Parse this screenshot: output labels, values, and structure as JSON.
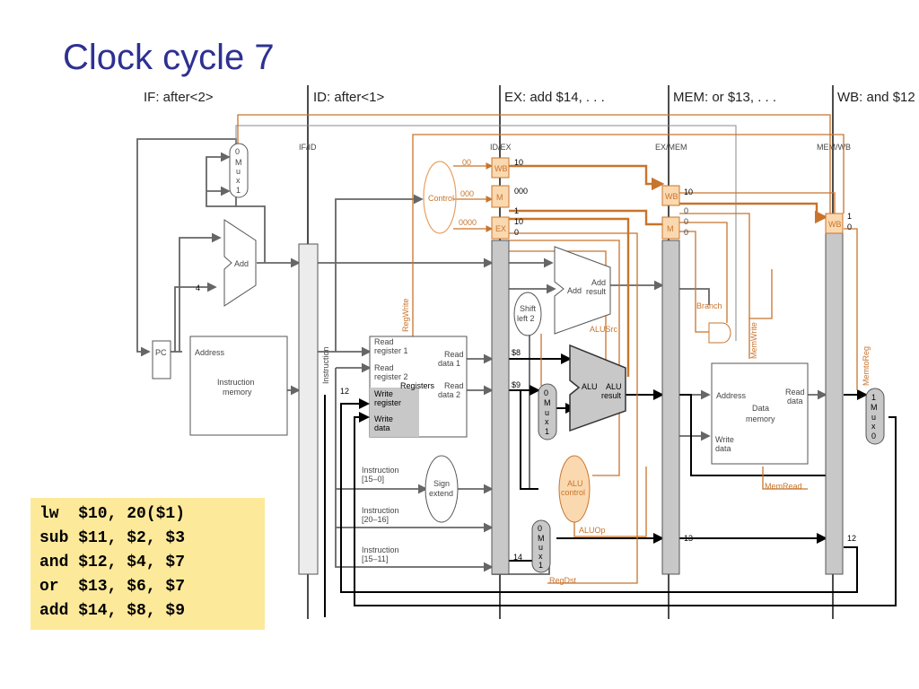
{
  "title": "Clock cycle 7",
  "stages": {
    "if": "IF: after<2>",
    "id": "ID: after<1>",
    "ex": "EX: add $14, . . .",
    "mem": "MEM: or $13, . . .",
    "wb": "WB: and $12"
  },
  "pipeline_registers": {
    "if_id": "IF/ID",
    "id_ex": "ID/EX",
    "ex_mem": "EX/MEM",
    "mem_wb": "MEM/WB"
  },
  "blocks": {
    "pc": "PC",
    "mux": [
      "M",
      "u",
      "x"
    ],
    "add": "Add",
    "add_result": [
      "Add",
      "result"
    ],
    "imem_address": "Address",
    "imem_title": [
      "Instruction",
      "memory"
    ],
    "instruction": "Instruction",
    "control": "Control",
    "registers": "Registers",
    "read_reg1": [
      "Read",
      "register 1"
    ],
    "read_reg2": [
      "Read",
      "register 2"
    ],
    "write_reg": [
      "Write",
      "register"
    ],
    "write_data": [
      "Write",
      "data"
    ],
    "read_data1": [
      "Read",
      "data 1"
    ],
    "read_data2": [
      "Read",
      "data 2"
    ],
    "shift": [
      "Shift",
      "left 2"
    ],
    "alu": "ALU",
    "alu_result": [
      "ALU",
      "result"
    ],
    "alu_control": [
      "ALU",
      "control"
    ],
    "sign_extend": [
      "Sign",
      "extend"
    ],
    "dmem_address": "Address",
    "dmem_title": [
      "Data",
      "memory"
    ],
    "dmem_read": [
      "Read",
      "data"
    ],
    "dmem_write": [
      "Write",
      "data"
    ],
    "branch": "Branch",
    "instr_15_0": [
      "Instruction",
      "[15–0]"
    ],
    "instr_20_16": [
      "Instruction",
      "[20–16]"
    ],
    "instr_15_11": [
      "Instruction",
      "[15–11]"
    ]
  },
  "control_fields": {
    "wb": "WB",
    "m": "M",
    "ex": "EX"
  },
  "signals": {
    "regwrite": "RegWrite",
    "memwrite": "MemWrite",
    "memtoreg": "MemtoReg",
    "memread": "MemRead",
    "alusrc": "ALUSrc",
    "aluop": "ALUOp",
    "regdst": "RegDst",
    "four": "4"
  },
  "values": {
    "ctrl_wb": "00",
    "ctrl_m": "000",
    "ctrl_ex": "0000",
    "idex_wb": "10",
    "idex_m": "000",
    "idex_ex1": "1",
    "idex_ex2": "10",
    "idex_ex3": "0",
    "exmem_wb": "10",
    "exmem_m1": "0",
    "exmem_m2": "0",
    "exmem_m3": "0",
    "memwb_wb1": "1",
    "memwb_wb2": "0",
    "reg_s8": "$8",
    "reg_s9": "$9",
    "rd_12": "12",
    "rd_14": "14",
    "rd_13": "13",
    "rd_12b": "12",
    "mux_0": "0",
    "mux_1": "1"
  },
  "code": [
    "lw  $10, 20($1)",
    "sub $11, $2, $3",
    "and $12, $4, $7",
    "or  $13, $6, $7",
    "add $14, $8, $9"
  ],
  "colors": {
    "title": "#2e3192",
    "active": "#c8742c",
    "active_fill": "#fbd9b0",
    "codebox": "#fde99a",
    "register_gray": "#c8c8c8"
  }
}
